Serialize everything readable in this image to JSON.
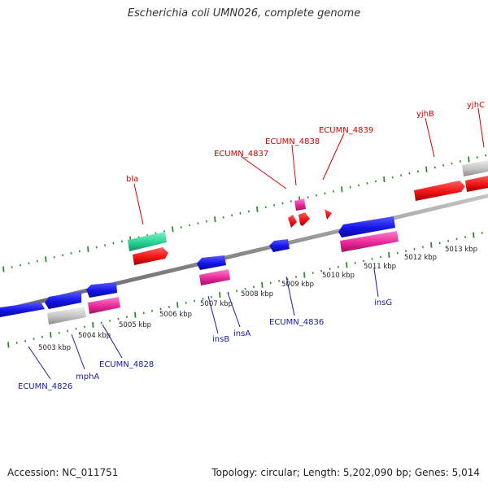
{
  "title": "Escherichia coli UMN026, complete genome",
  "footer": {
    "accession": "Accession: NC_011751",
    "summary": "Topology: circular; Length: 5,202,090 bp; Genes: 5,014"
  },
  "colors": {
    "backbone": "#888888",
    "ticks": "#2f8a2f",
    "label_forward": "#d40000",
    "label_reverse": "#1a1aa8",
    "blue": "#1414e6",
    "red": "#f01414",
    "magenta": "#e8289a",
    "green": "#28d296",
    "grey": "#c4c4c4"
  },
  "scale_labels": [
    "5003 kbp",
    "5004 kbp",
    "5005 kbp",
    "5006 kbp",
    "5007 kbp",
    "5008 kbp",
    "5009 kbp",
    "5010 kbp",
    "5011 kbp",
    "5012 kbp",
    "5013 kbp"
  ],
  "features": [
    {
      "label": "ECUMN_4826",
      "strand": "reverse",
      "color": "blue"
    },
    {
      "label": "mphA",
      "strand": "reverse",
      "color": "grey"
    },
    {
      "label": "ECUMN_4828",
      "strand": "reverse",
      "color": "magenta"
    },
    {
      "label": "bla",
      "strand": "forward",
      "color": "red"
    },
    {
      "label": "insB",
      "strand": "reverse",
      "color": "magenta"
    },
    {
      "label": "insA",
      "strand": "reverse",
      "color": "blue"
    },
    {
      "label": "ECUMN_4836",
      "strand": "reverse",
      "color": "blue"
    },
    {
      "label": "ECUMN_4837",
      "strand": "forward",
      "color": "red"
    },
    {
      "label": "ECUMN_4838",
      "strand": "forward",
      "color": "red"
    },
    {
      "label": "ECUMN_4839",
      "strand": "forward",
      "color": "red"
    },
    {
      "label": "insG",
      "strand": "reverse",
      "color": "magenta"
    },
    {
      "label": "yjhB",
      "strand": "forward",
      "color": "red"
    },
    {
      "label": "yjhC",
      "strand": "forward",
      "color": "grey"
    }
  ]
}
